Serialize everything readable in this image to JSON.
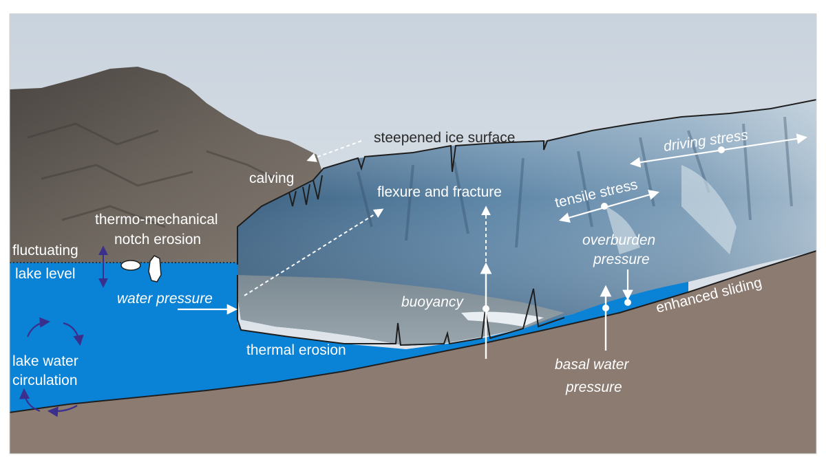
{
  "labels": {
    "steepened_ice_surface": "steepened ice surface",
    "calving": "calving",
    "flexure_and_fracture": "flexure and fracture",
    "driving_stress": "driving stress",
    "tensile_stress": "tensile stress",
    "thermo_mechanical_line1": "thermo-mechanical",
    "thermo_mechanical_line2": "notch erosion",
    "fluctuating_line1": "fluctuating",
    "fluctuating_line2": "lake level",
    "overburden_line1": "overburden",
    "overburden_line2": "pressure",
    "water_pressure": "water pressure",
    "buoyancy": "buoyancy",
    "enhanced_sliding": "enhanced sliding",
    "thermal_erosion": "thermal erosion",
    "lake_water_line1": "lake water",
    "lake_water_line2": "circulation",
    "basal_water_line1": "basal water",
    "basal_water_line2": "pressure"
  },
  "colors": {
    "lake": "#0a82d6",
    "bedrock": "#8c7b70",
    "sky": "#dde3ea",
    "mountain": "#5a5550",
    "ice": "#5f86a6",
    "circulation_arrows": "#3a2f8c",
    "annotation": "#ffffff"
  }
}
